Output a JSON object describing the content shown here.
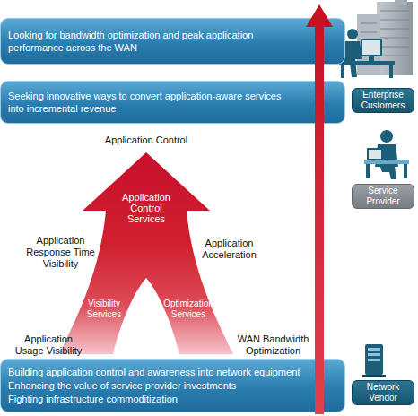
{
  "diagram": {
    "nodes": [
      {
        "text": [
          "Looking for bandwidth optimization and peak application performance across the WAN"
        ]
      },
      {
        "text": [
          "Enterprise Customers"
        ]
      },
      {
        "text": [
          "Seeking innovative ways to convert application-aware services into incremental revenue"
        ]
      },
      {
        "text": [
          "Application Control Services",
          "Visibility Services",
          "Optimization Services"
        ]
      },
      {
        "text": [
          "Service Provider"
        ]
      },
      {
        "text": [
          "Building application control and awareness into network equipment",
          "Enhancing the value of service provider investments",
          "Fighting infrastructure commoditization"
        ]
      },
      {
        "text": [
          "Network Vendor"
        ]
      }
    ],
    "labels": [
      "Application Control",
      "Application Response Time Visibility",
      "Application Acceleration",
      "Application Usage Visibility",
      "WAN Bandwidth Optimization"
    ]
  }
}
